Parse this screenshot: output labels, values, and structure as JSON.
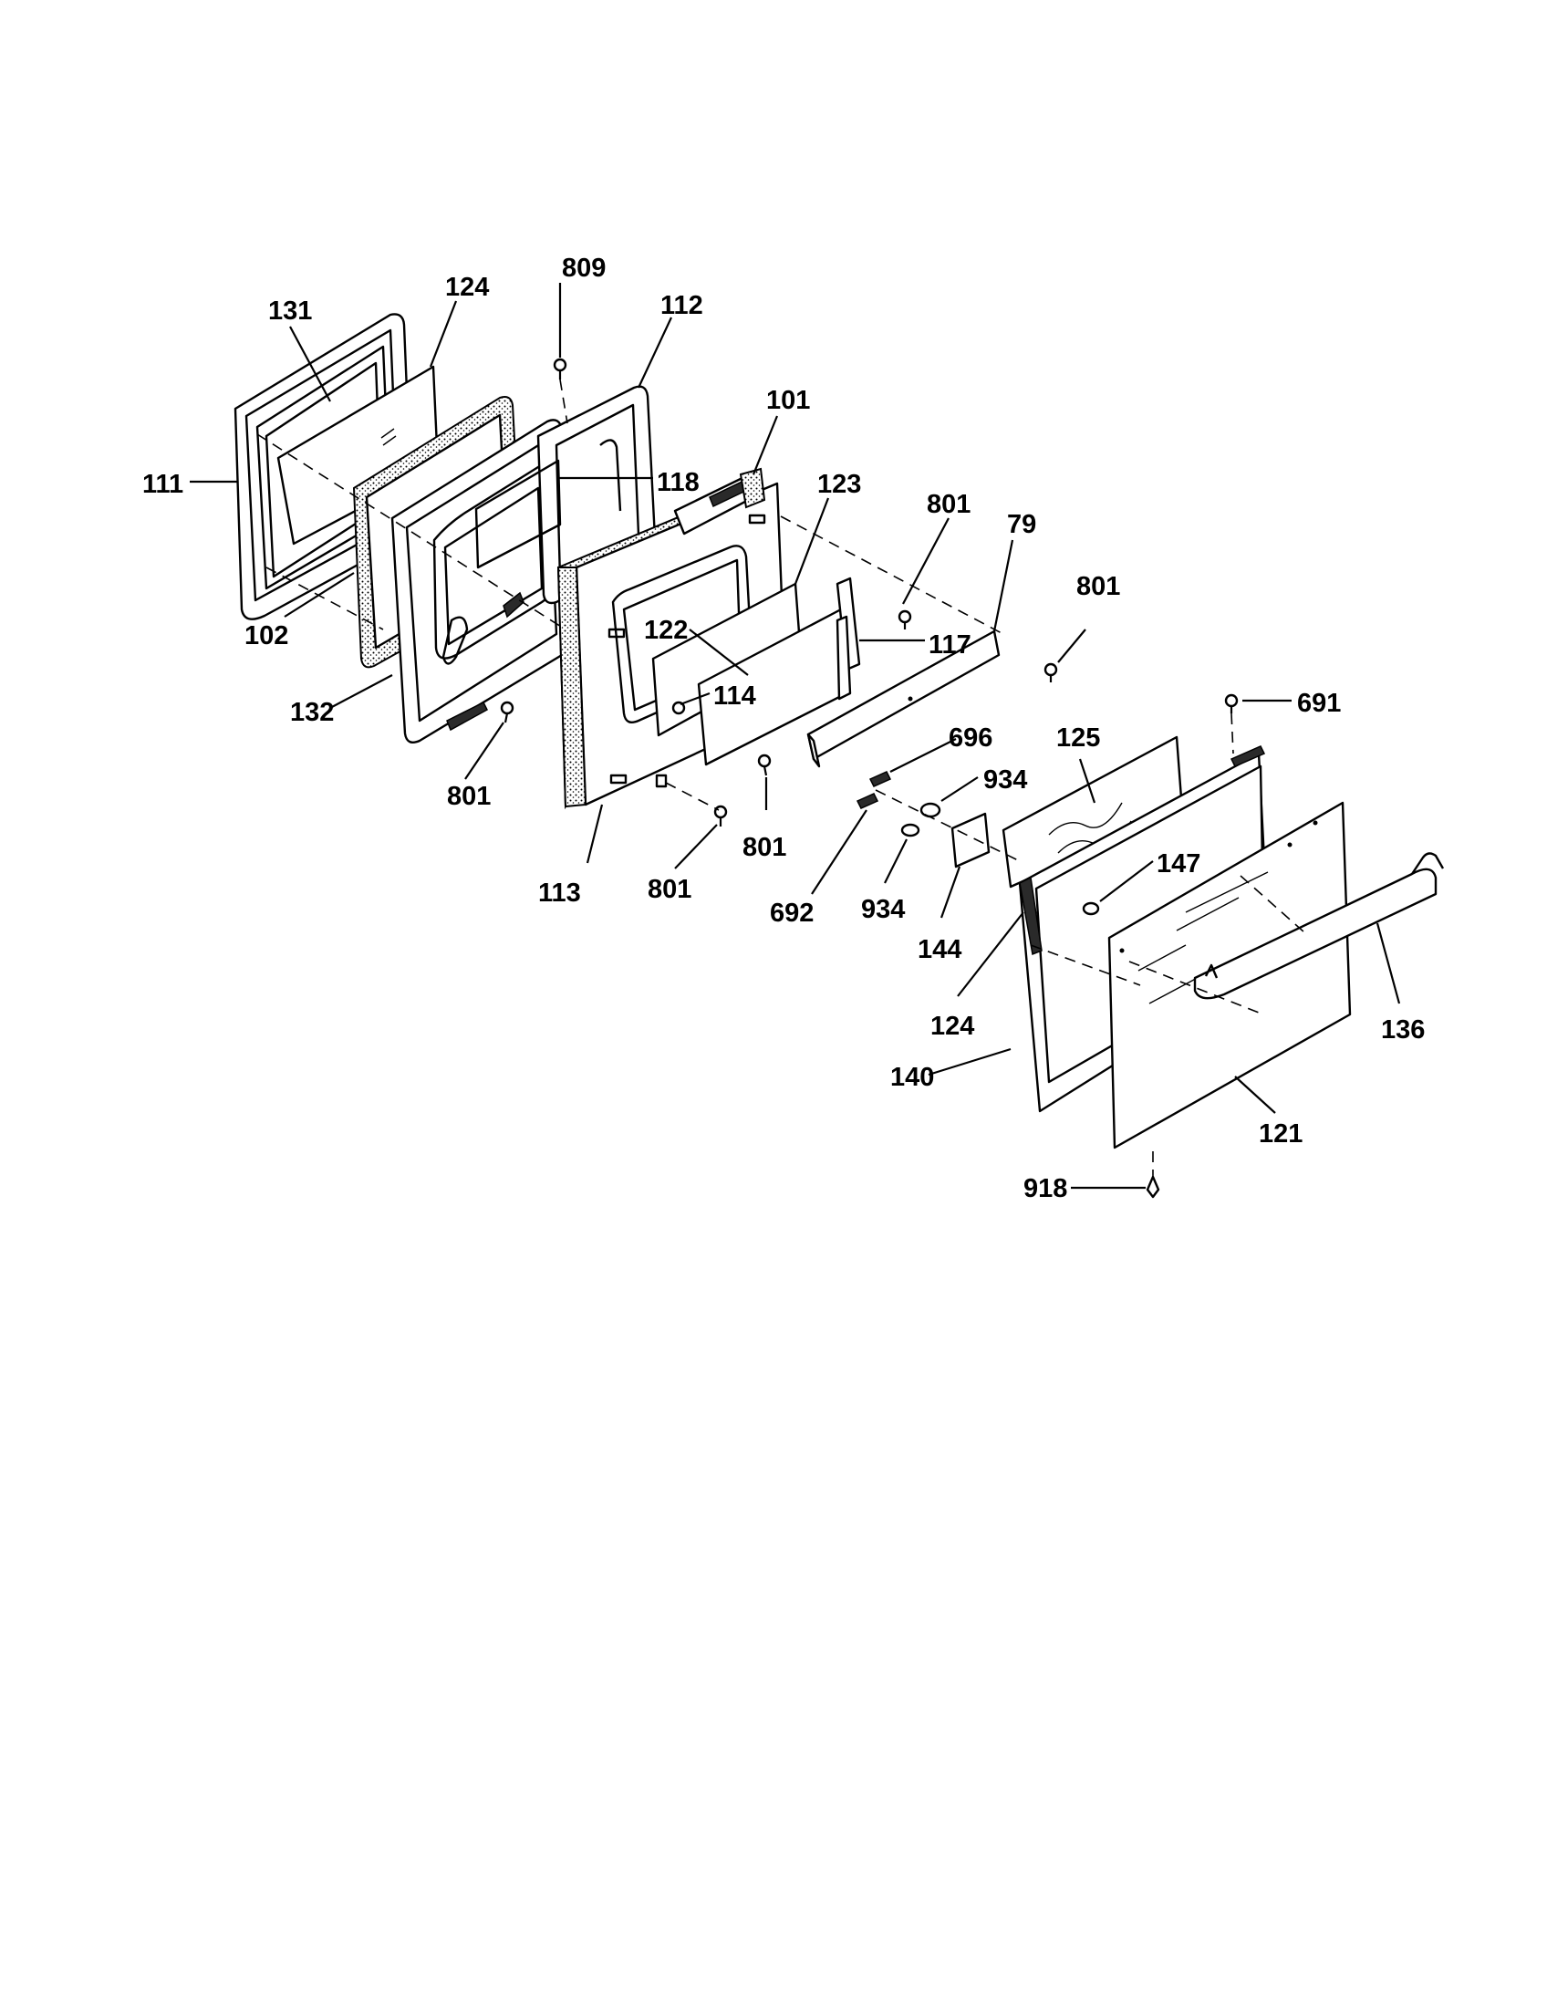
{
  "callouts": [
    {
      "id": "c131a",
      "text": "131"
    },
    {
      "id": "c124a",
      "text": "124"
    },
    {
      "id": "c809",
      "text": "809"
    },
    {
      "id": "c112",
      "text": "112"
    },
    {
      "id": "c101",
      "text": "101"
    },
    {
      "id": "c111",
      "text": "111"
    },
    {
      "id": "c118",
      "text": "118"
    },
    {
      "id": "c123",
      "text": "123"
    },
    {
      "id": "c801a",
      "text": "801"
    },
    {
      "id": "c79",
      "text": "79"
    },
    {
      "id": "c801b",
      "text": "801"
    },
    {
      "id": "c102",
      "text": "102"
    },
    {
      "id": "c122",
      "text": "122"
    },
    {
      "id": "c117",
      "text": "117"
    },
    {
      "id": "c114",
      "text": "114"
    },
    {
      "id": "c132",
      "text": "132"
    },
    {
      "id": "c691",
      "text": "691"
    },
    {
      "id": "c696",
      "text": "696"
    },
    {
      "id": "c125",
      "text": "125"
    },
    {
      "id": "c801c",
      "text": "801"
    },
    {
      "id": "c934a",
      "text": "934"
    },
    {
      "id": "c801d",
      "text": "801"
    },
    {
      "id": "c801e",
      "text": "801"
    },
    {
      "id": "c147",
      "text": "147"
    },
    {
      "id": "c113",
      "text": "113"
    },
    {
      "id": "c692",
      "text": "692"
    },
    {
      "id": "c934b",
      "text": "934"
    },
    {
      "id": "c144",
      "text": "144"
    },
    {
      "id": "c124b",
      "text": "124"
    },
    {
      "id": "c136",
      "text": "136"
    },
    {
      "id": "c140",
      "text": "140"
    },
    {
      "id": "c121",
      "text": "121"
    },
    {
      "id": "c918",
      "text": "918"
    }
  ]
}
